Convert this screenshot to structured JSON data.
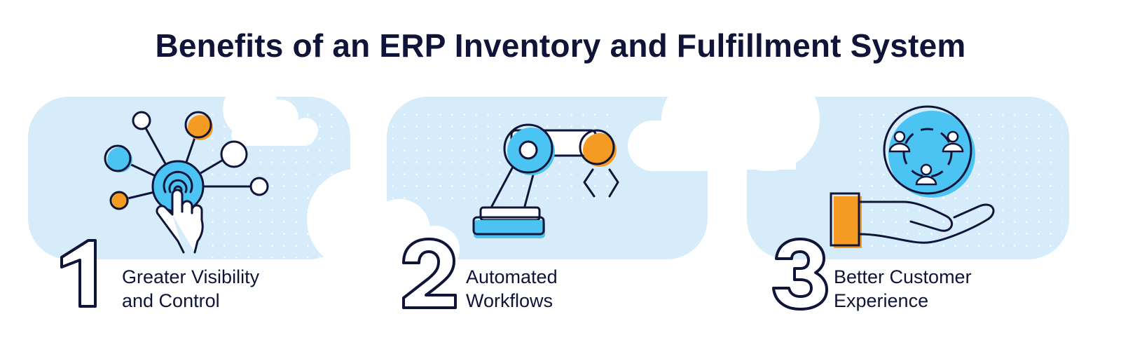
{
  "title": "Benefits of an ERP Inventory and Fulfillment System",
  "colors": {
    "panel": "#d6ecfb",
    "dot": "#ffffff",
    "accent_blue": "#4cc4f3",
    "accent_orange": "#f59a23",
    "ink": "#0f1438"
  },
  "benefits": [
    {
      "number": "1",
      "line1": "Greater Visibility",
      "line2": "and Control",
      "icon": "network-touch-icon"
    },
    {
      "number": "2",
      "line1": "Automated",
      "line2": "Workflows",
      "icon": "robotic-arm-icon"
    },
    {
      "number": "3",
      "line1": "Better Customer",
      "line2": "Experience",
      "icon": "hand-with-customers-icon"
    }
  ]
}
